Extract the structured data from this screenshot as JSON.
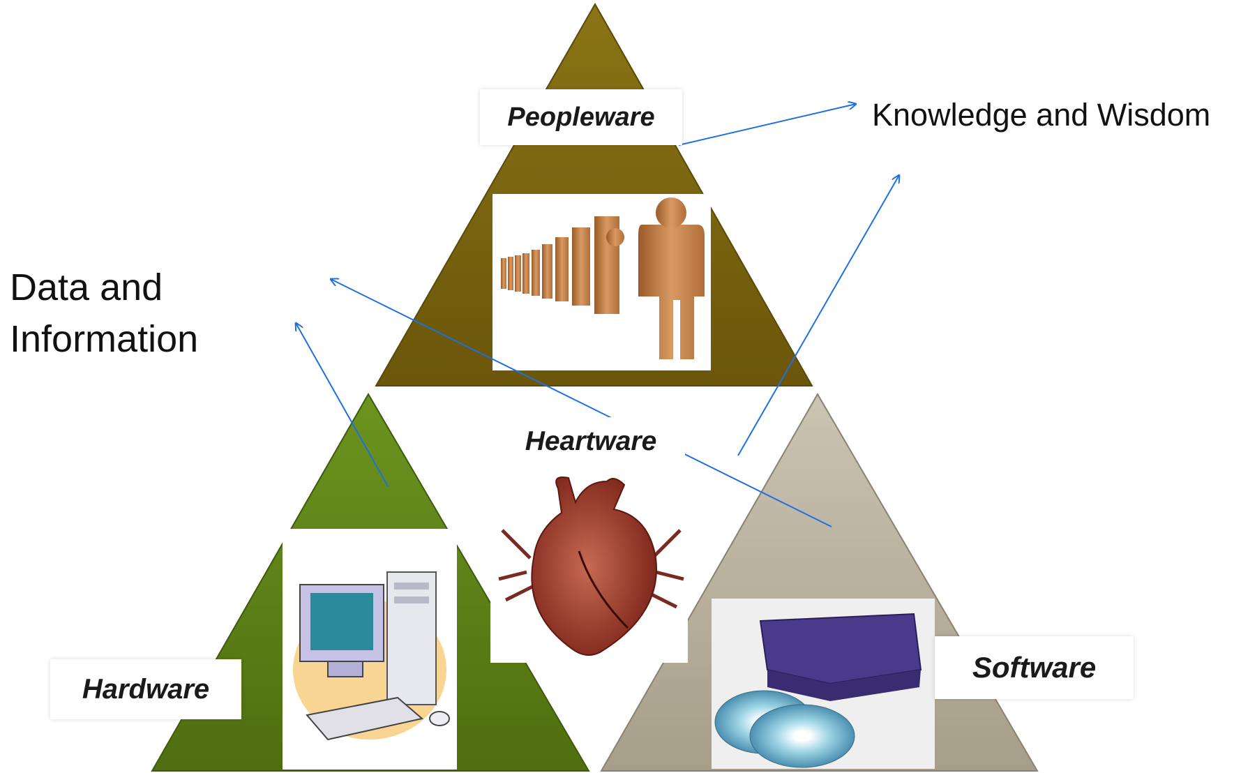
{
  "labels": {
    "peopleware": "Peopleware",
    "heartware": "Heartware",
    "hardware": "Hardware",
    "software": "Software"
  },
  "annotations": {
    "data_information": "Data and\nInformation",
    "knowledge_wisdom": "Knowledge and Wisdom"
  },
  "colors": {
    "peopleware_triangle": "#7a6410",
    "hardware_triangle": "#5b7d13",
    "software_triangle": "#b3aa97",
    "arrow": "#1f6fe0"
  },
  "images": [
    {
      "name": "peopleware-image",
      "depicts": "row of figures"
    },
    {
      "name": "heartware-image",
      "depicts": "heart"
    },
    {
      "name": "hardware-image",
      "depicts": "desktop computer"
    },
    {
      "name": "software-image",
      "depicts": "external drive and discs"
    }
  ]
}
